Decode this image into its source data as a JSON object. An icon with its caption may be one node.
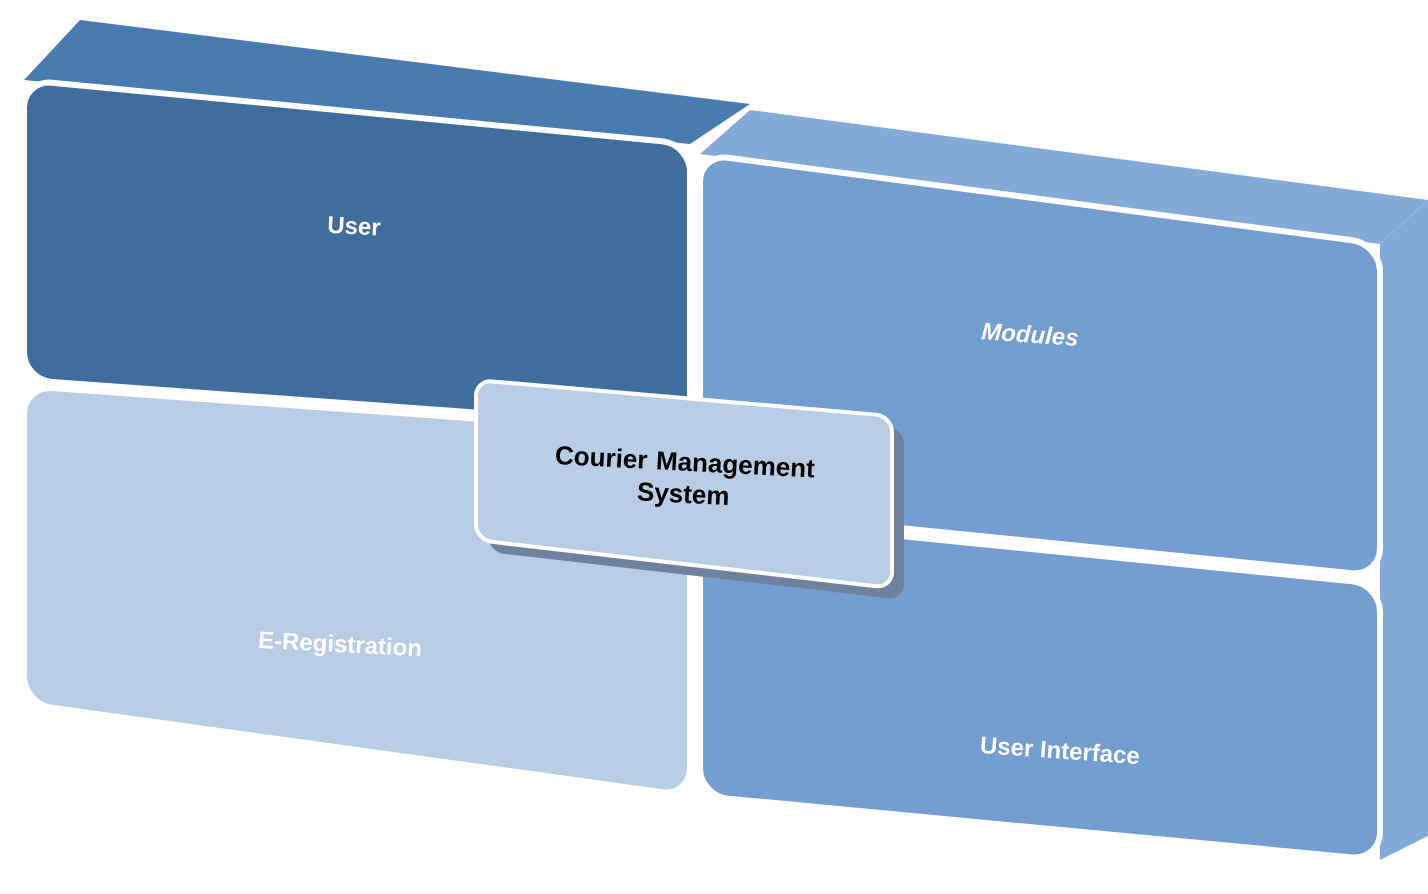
{
  "diagram": {
    "nodes": [
      {
        "text": [
          "User"
        ]
      },
      {
        "text": [
          "Modules"
        ]
      },
      {
        "text": [
          "Courier Management System"
        ]
      },
      {
        "text": [
          "E-Registration"
        ]
      },
      {
        "text": [
          "User Interface"
        ]
      }
    ]
  }
}
